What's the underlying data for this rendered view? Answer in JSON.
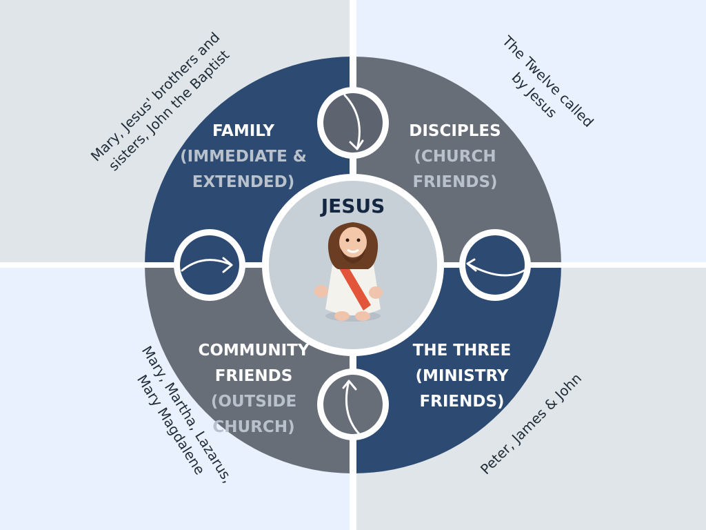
{
  "center": {
    "title": "JESUS"
  },
  "segments": {
    "family": {
      "line1": "FAMILY",
      "line2": "(IMMEDIATE &",
      "line3": "EXTENDED)"
    },
    "disciples": {
      "line1": "DISCIPLES",
      "line2": "(CHURCH",
      "line3": "FRIENDS)"
    },
    "community": {
      "line1": "COMMUNITY",
      "line2": "FRIENDS",
      "line3": "(OUTSIDE",
      "line4": "CHURCH)"
    },
    "three": {
      "line1": "THE THREE",
      "line2": "(MINISTRY",
      "line3": "FRIENDS)"
    }
  },
  "notes": {
    "top_left": {
      "line1": "Mary, Jesus' brothers and",
      "line2": "sisters, John the Baptist"
    },
    "top_right": {
      "line1": "The Twelve called",
      "line2": "by Jesus"
    },
    "bottom_left": {
      "line1": "Mary, Martha, Lazarus,",
      "line2": "Mary Magdalene"
    },
    "bottom_right": {
      "line1": "Peter, James & John"
    }
  },
  "colors": {
    "navy": "#2c4a72",
    "slate": "#686e78",
    "center_fill": "#c7d0d7",
    "white": "#ffffff"
  },
  "icons": {
    "center_figure": "jesus-figurine-icon",
    "arrows": [
      "arrow-down-icon",
      "arrow-left-icon",
      "arrow-up-icon",
      "arrow-right-icon"
    ]
  }
}
